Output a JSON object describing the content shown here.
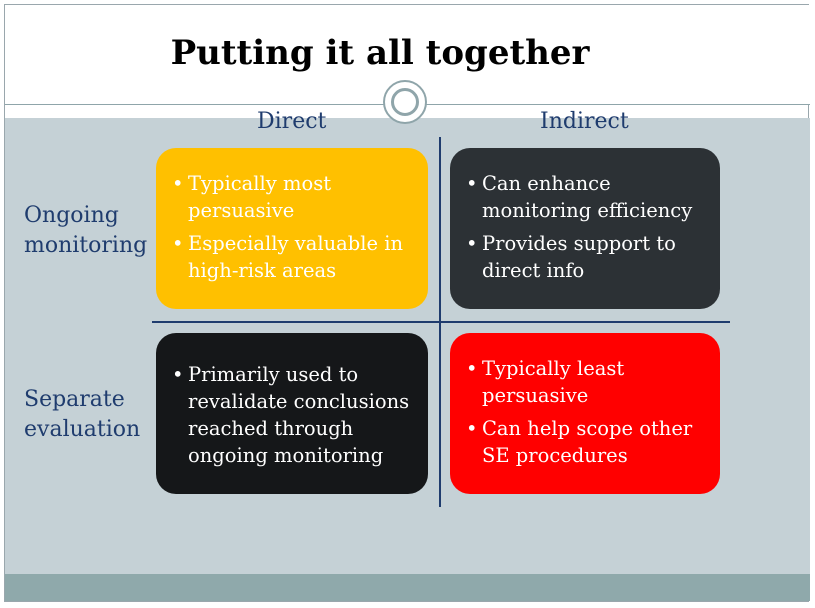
{
  "slide": {
    "title": "Putting it all together"
  },
  "columns": {
    "direct": "Direct",
    "indirect": "Indirect"
  },
  "rows": {
    "ongoing": "Ongoing\nmonitoring",
    "separate": "Separate\nevaluation"
  },
  "quadrants": {
    "direct_ongoing": {
      "color": "#ffc000",
      "bullets": [
        "Typically most persuasive",
        "Especially valuable in high-risk areas"
      ]
    },
    "indirect_ongoing": {
      "color": "#2c3135",
      "bullets": [
        "Can enhance monitoring efficiency",
        "Provides support to direct info"
      ]
    },
    "direct_separate": {
      "color": "#151719",
      "bullets": [
        "Primarily used to revalidate conclusions reached through ongoing monitoring"
      ]
    },
    "indirect_separate": {
      "color": "#ff0000",
      "bullets": [
        "Typically least persuasive",
        "Can help scope other SE procedures"
      ]
    }
  },
  "theme": {
    "heading_color": "#1f3c6e",
    "content_background": "#c5d1d6",
    "footer_band": "#8fa9ab"
  }
}
